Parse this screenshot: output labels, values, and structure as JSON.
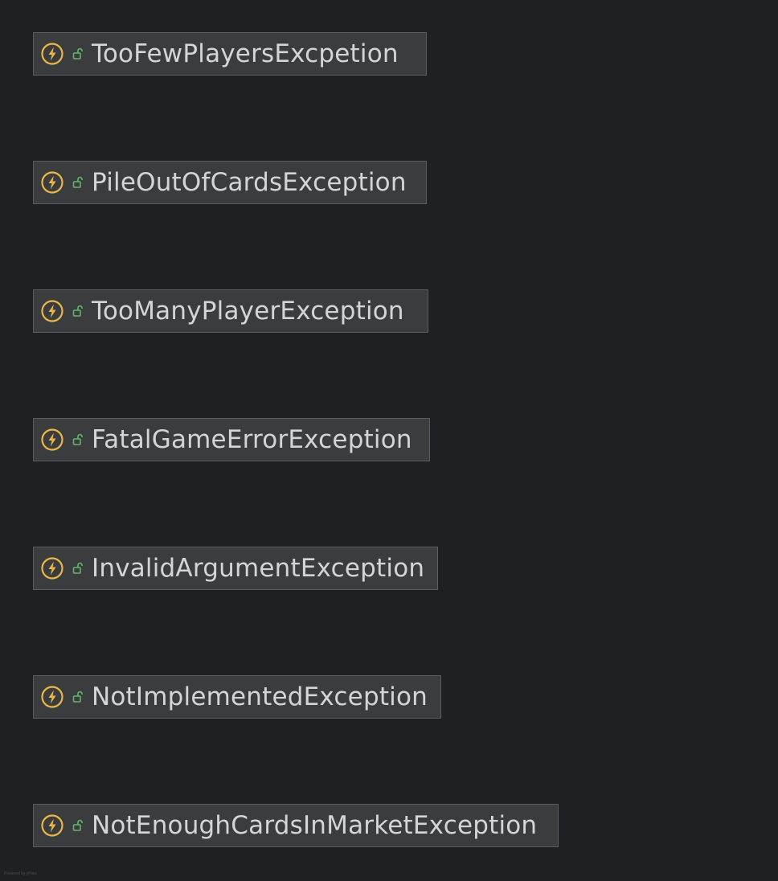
{
  "nodes": [
    {
      "label": "TooFewPlayersExcpetion",
      "kind_icon": "exception-icon",
      "visibility_icon": "public-lock-icon"
    },
    {
      "label": "PileOutOfCardsException",
      "kind_icon": "exception-icon",
      "visibility_icon": "public-lock-icon"
    },
    {
      "label": "TooManyPlayerException",
      "kind_icon": "exception-icon",
      "visibility_icon": "public-lock-icon"
    },
    {
      "label": "FatalGameErrorException",
      "kind_icon": "exception-icon",
      "visibility_icon": "public-lock-icon"
    },
    {
      "label": "InvalidArgumentException",
      "kind_icon": "exception-icon",
      "visibility_icon": "public-lock-icon"
    },
    {
      "label": "NotImplementedException",
      "kind_icon": "exception-icon",
      "visibility_icon": "public-lock-icon"
    },
    {
      "label": "NotEnoughCardsInMarketException",
      "kind_icon": "exception-icon",
      "visibility_icon": "public-lock-icon"
    }
  ],
  "footer": {
    "credit": "Powered by yFiles"
  },
  "colors": {
    "background": "#1f2023",
    "node_fill": "#3b3c3e",
    "node_border": "#5b5c5e",
    "label_text": "#d3d5d8",
    "exception_icon": "#e8b84a",
    "visibility_icon": "#5fb865"
  }
}
